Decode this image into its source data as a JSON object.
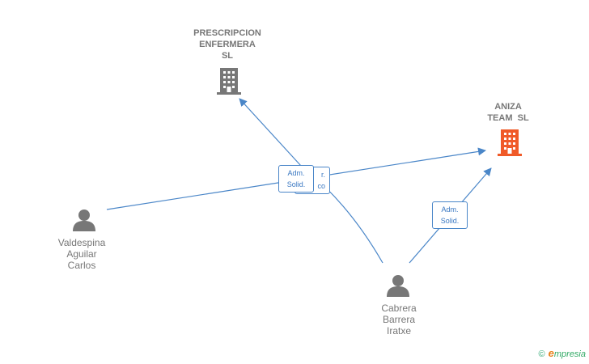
{
  "colors": {
    "edge": "#4a86c8",
    "company_grey": "#777777",
    "company_focus": "#f05a28",
    "person": "#777777"
  },
  "nodes": {
    "prescripcion": {
      "lines": [
        "PRESCRIPCION",
        "ENFERMERA",
        "SL"
      ],
      "icon": "building-icon"
    },
    "aniza": {
      "lines": [
        "ANIZA",
        "TEAM  SL"
      ],
      "icon": "building-icon"
    },
    "valdespina": {
      "lines": [
        "Valdespina",
        "Aguilar",
        "Carlos"
      ],
      "icon": "person-icon"
    },
    "cabrera": {
      "lines": [
        "Cabrera",
        "Barrera",
        "Iratxe"
      ],
      "icon": "person-icon"
    }
  },
  "edges": {
    "badge_a": {
      "lines": [
        "Adm.",
        "Solid."
      ]
    },
    "badge_b_partial": {
      "lines": [
        "r.",
        "co"
      ]
    },
    "badge_c": {
      "lines": [
        "Adm.",
        "Solid."
      ]
    }
  },
  "watermark": {
    "copyright": "©",
    "brand_e": "e",
    "brand_rest": "mpresia"
  }
}
